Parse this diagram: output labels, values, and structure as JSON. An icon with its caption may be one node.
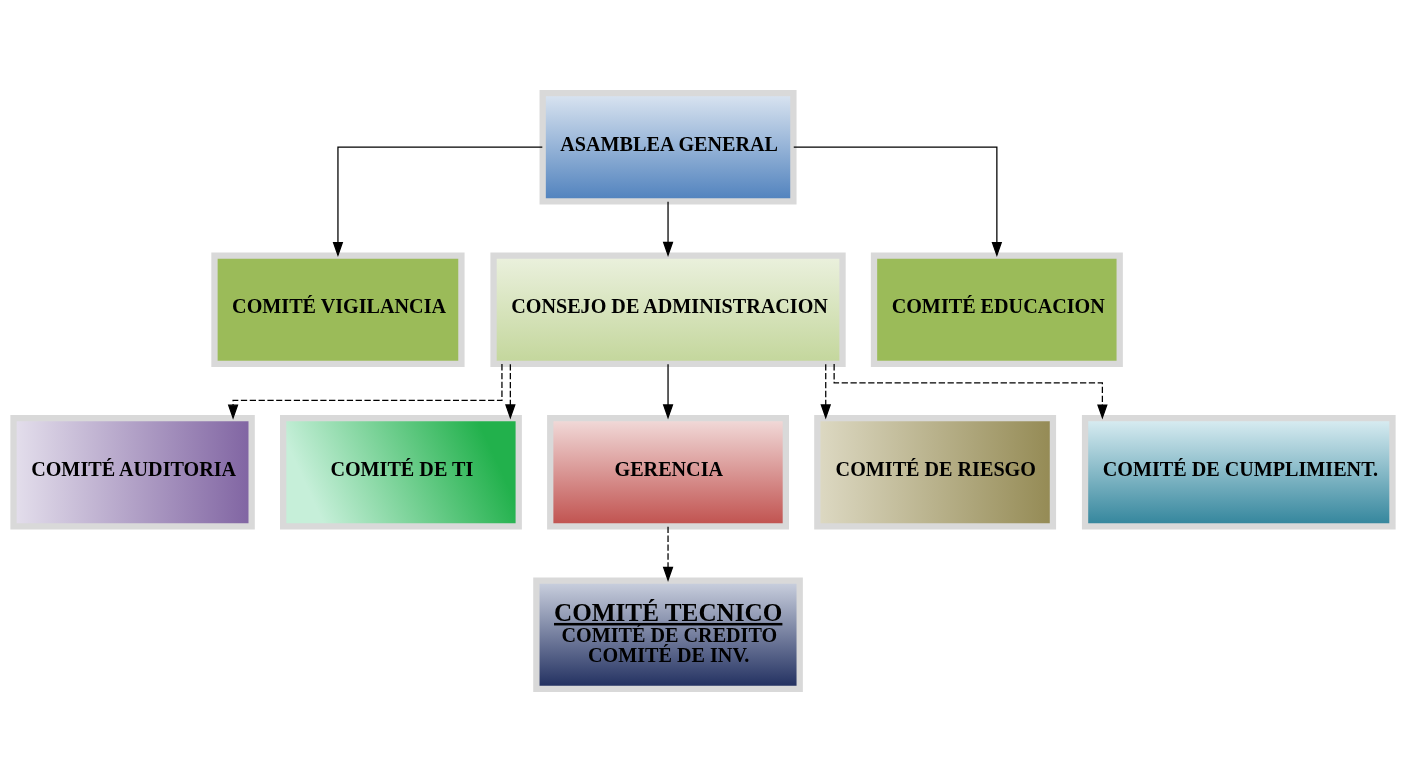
{
  "diagram": {
    "nodes": [
      {
        "text": [
          "ASAMBLEA GENERAL"
        ]
      },
      {
        "text": [
          "COMITÉ VIGILANCIA"
        ]
      },
      {
        "text": [
          "CONSEJO DE ADMINISTRACION"
        ]
      },
      {
        "text": [
          "COMITÉ EDUCACION"
        ]
      },
      {
        "text": [
          "COMITÉ AUDITORIA"
        ]
      },
      {
        "text": [
          "COMITÉ DE TI"
        ]
      },
      {
        "text": [
          "GERENCIA"
        ]
      },
      {
        "text": [
          "COMITÉ DE RIESGO"
        ]
      },
      {
        "text": [
          "COMITÉ DE CUMPLIMIENT."
        ]
      },
      {
        "text": [
          "COMITÉ TECNICO",
          "COMITÉ DE CREDITO",
          "COMITÉ DE INV."
        ]
      }
    ],
    "edges": [
      {
        "from": 0,
        "to": 1,
        "arrow": "to"
      },
      {
        "from": 0,
        "to": 2,
        "arrow": "to"
      },
      {
        "from": 0,
        "to": 3,
        "arrow": "to"
      },
      {
        "from": 2,
        "to": 4,
        "arrow": "to",
        "style": "dashed"
      },
      {
        "from": 2,
        "to": 5,
        "arrow": "to",
        "style": "dashed"
      },
      {
        "from": 2,
        "to": 6,
        "arrow": "to"
      },
      {
        "from": 2,
        "to": 7,
        "arrow": "to",
        "style": "dashed"
      },
      {
        "from": 2,
        "to": 8,
        "arrow": "to",
        "style": "dashed"
      },
      {
        "from": 6,
        "to": 9,
        "arrow": "to",
        "style": "dashed"
      }
    ]
  }
}
